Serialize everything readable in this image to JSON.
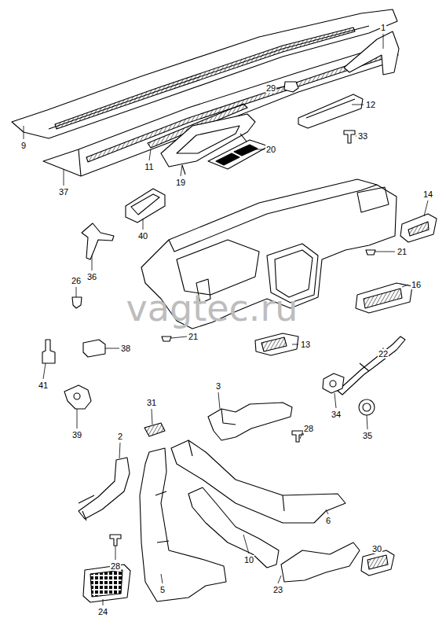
{
  "diagram": {
    "labels": [
      "1",
      "29",
      "12",
      "33",
      "9",
      "11",
      "19",
      "20",
      "37",
      "14",
      "40",
      "21",
      "36",
      "16",
      "26",
      "21",
      "13",
      "38",
      "22",
      "41",
      "34",
      "39",
      "3",
      "35",
      "31",
      "28",
      "2",
      "6",
      "28",
      "30",
      "10",
      "5",
      "23",
      "24",
      "vagtec.ru"
    ]
  }
}
